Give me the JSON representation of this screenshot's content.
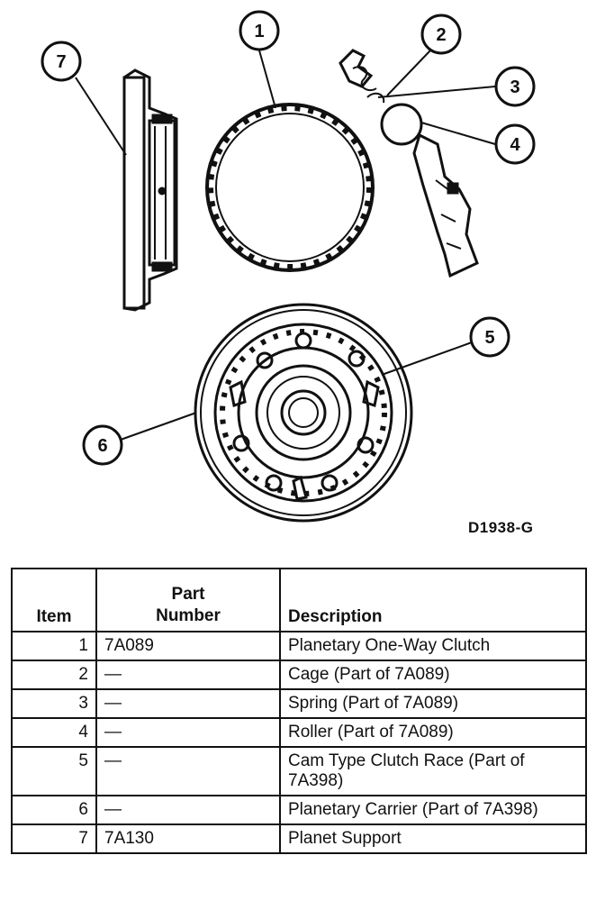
{
  "figure_id": "D1938-G",
  "callouts": [
    "1",
    "2",
    "3",
    "4",
    "5",
    "6",
    "7"
  ],
  "table": {
    "headers": {
      "item": "Item",
      "part_line1": "Part",
      "part_line2": "Number",
      "description": "Description"
    },
    "rows": [
      {
        "item": "1",
        "part": "7A089",
        "description": "Planetary One-Way Clutch"
      },
      {
        "item": "2",
        "part": "—",
        "description": "Cage (Part of 7A089)"
      },
      {
        "item": "3",
        "part": "—",
        "description": "Spring (Part of 7A089)"
      },
      {
        "item": "4",
        "part": "—",
        "description": "Roller (Part of 7A089)"
      },
      {
        "item": "5",
        "part": "—",
        "description": "Cam Type Clutch Race (Part of 7A398)"
      },
      {
        "item": "6",
        "part": "—",
        "description": "Planetary Carrier (Part of 7A398)"
      },
      {
        "item": "7",
        "part": "7A130",
        "description": "Planet Support"
      }
    ]
  }
}
